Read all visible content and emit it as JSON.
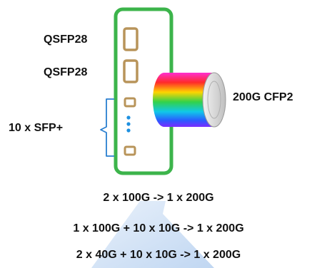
{
  "ports": {
    "qsfp_top_label": "QSFP28",
    "qsfp_bottom_label": "QSFP28",
    "sfp_group_label": "10 x SFP+"
  },
  "module": {
    "label": "200G CFP2"
  },
  "combinations": [
    "2 x 100G -> 1 x 200G",
    "1 x 100G + 10 x 10G -> 1 x 200G",
    "2 x 40G + 10 x 10G -> 1 x 200G"
  ],
  "colors": {
    "panel_border": "#3cb44b",
    "port_outline": "#b8945a",
    "dots": "#1e90e0",
    "bracket": "#2a7fd0",
    "watermark": "#1f6fd0"
  }
}
